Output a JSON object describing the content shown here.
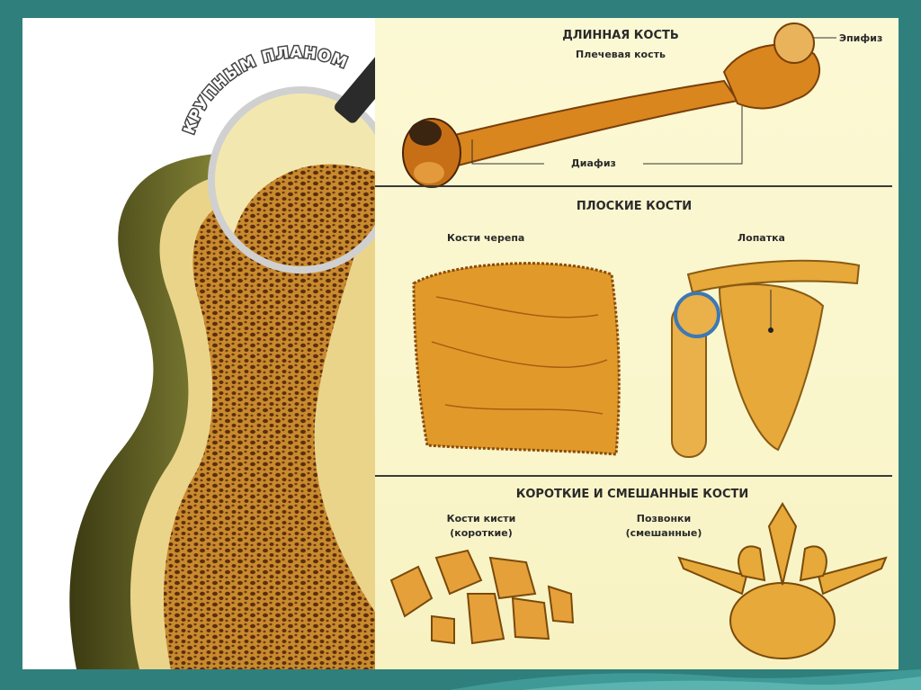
{
  "zoom_label": "КРУПНЫМ ПЛАНОМ",
  "sections": {
    "long_bone": {
      "title": "ДЛИННАЯ КОСТЬ",
      "subtitle": "Плечевая кость",
      "label_epiphysis": "Эпифиз",
      "label_diaphysis": "Диафиз"
    },
    "flat_bones": {
      "title": "ПЛОСКИЕ КОСТИ",
      "label_skull": "Кости черепа",
      "label_scapula": "Лопатка"
    },
    "short_mixed": {
      "title": "КОРОТКИЕ И СМЕШАННЫЕ КОСТИ",
      "label_hand_line1": "Кости кисти",
      "label_hand_line2": "(короткие)",
      "label_vertebra_line1": "Позвонки",
      "label_vertebra_line2": "(смешанные)"
    }
  },
  "colors": {
    "background": "#2f7f7d",
    "panel": "#faf6cc",
    "bone_outer": "#e9d48a",
    "spongy": "#c98a2e",
    "bone_orange": "#d9861f"
  }
}
